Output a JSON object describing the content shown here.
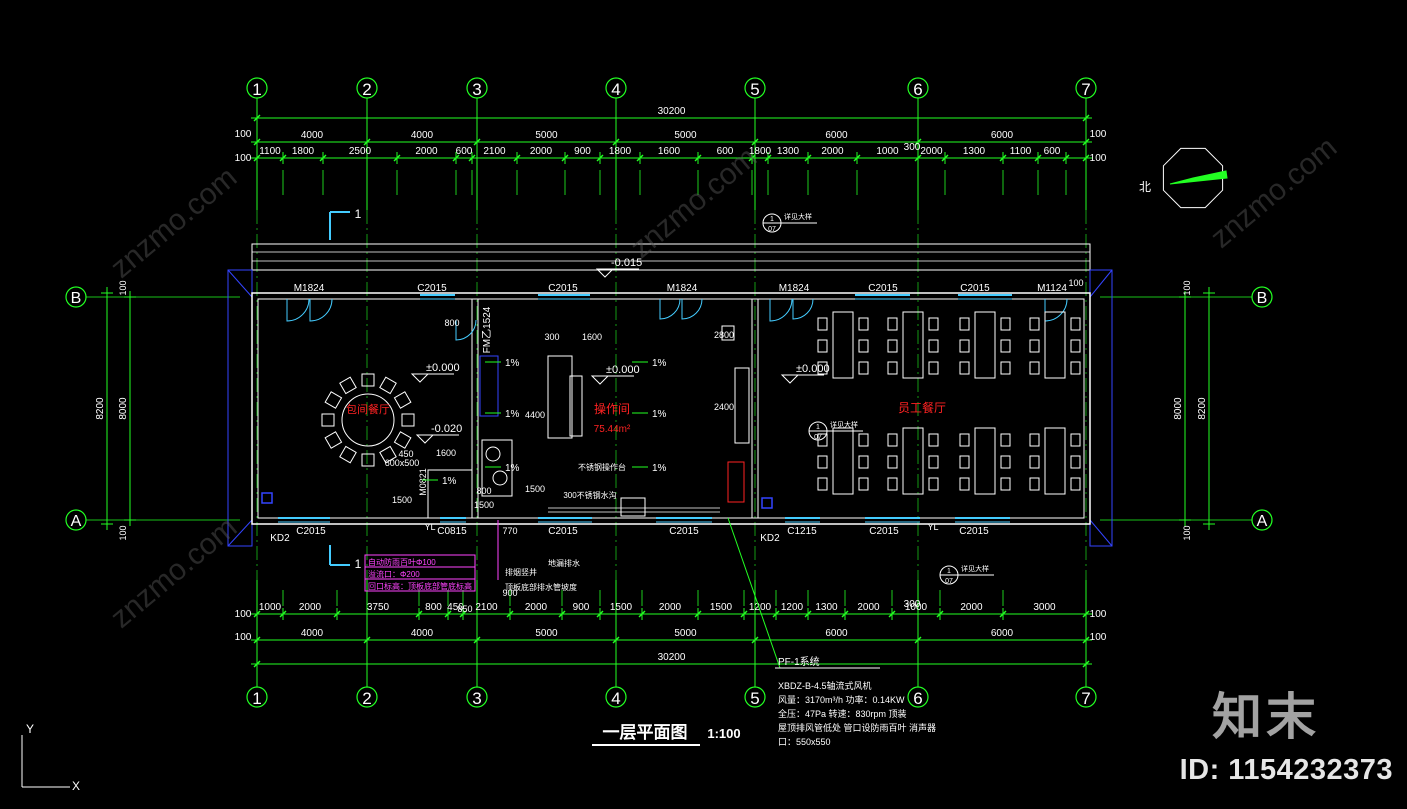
{
  "colors": {
    "background": "#000000",
    "dimension": "#22ff22",
    "wall": "#ffffff",
    "text": "#ffffff",
    "room_label": "#ff2222",
    "window": "#44ccff",
    "note": "#ff44ff",
    "blue": "#3344ff",
    "yellow": "#ffff00"
  },
  "drawing": {
    "title": "一层平面图",
    "scale": "1:100",
    "axis_numbers": [
      "1",
      "2",
      "3",
      "4",
      "5",
      "6",
      "7"
    ],
    "axis_letters": [
      "A",
      "B"
    ],
    "total_width": "30200",
    "bay_dims": [
      "4000",
      "4000",
      "5000",
      "5000",
      "6000",
      "6000"
    ],
    "edge_100": "100",
    "top_detail_dims": [
      "1100",
      "1800",
      "2500",
      "2000",
      "600",
      "2100",
      "2000",
      "900",
      "1800",
      "1600",
      "600",
      "1800",
      "1300",
      "2000",
      "1000",
      "2000",
      "1300",
      "1100",
      "600"
    ],
    "bottom_detail_dims": [
      "1000",
      "2000",
      "3750",
      "800",
      "450",
      "2100",
      "2000",
      "900",
      "1500",
      "2000",
      "1500",
      "1200",
      "1200",
      "1300",
      "2000",
      "1000",
      "2000",
      "3000"
    ],
    "side_dims": [
      "8200",
      "8000"
    ],
    "north_label": "北",
    "dim_300": "300",
    "section_mark": "1",
    "level_marks": [
      "-0.015",
      "±0.000",
      "±0.000",
      "±0.000",
      "-0.020"
    ],
    "rooms": [
      {
        "name": "包间餐厅",
        "area": ""
      },
      {
        "name": "操作间",
        "area": "75.44m²"
      },
      {
        "name": "员工餐厅",
        "area": ""
      }
    ],
    "door_labels": [
      "M1824",
      "M1824",
      "M1824",
      "M1124",
      "FM乙1524",
      "M0821"
    ],
    "window_labels_top": [
      "C2015",
      "C2015",
      "C2015",
      "C2015"
    ],
    "window_labels_bottom": [
      "C2015",
      "C0815",
      "C2015",
      "C2015",
      "C1215",
      "C2015",
      "C2015"
    ],
    "kd_labels": [
      "KD2",
      "KD2"
    ],
    "yl_labels": [
      "YL",
      "YL"
    ],
    "slope_marks": [
      "1%",
      "1%",
      "1%",
      "1%",
      "1%",
      "1%",
      "1%"
    ],
    "interior_dims": [
      "300",
      "1600",
      "2800",
      "4400",
      "2400",
      "1500",
      "1600",
      "600x500",
      "1500",
      "800",
      "800",
      "1500",
      "770",
      "850",
      "900",
      "450",
      "100"
    ],
    "equipment_notes": [
      "不锈钢操作台",
      "300不锈钢水沟",
      "地漏排水"
    ],
    "pink_notes": [
      "自动防雨百叶Φ100",
      "溢流口：Φ200",
      "回口标高：顶板底部管底标高"
    ],
    "bottom_notes": [
      "排烟竖井",
      "顶板底部排水管坡度"
    ],
    "index_note": "详见大样",
    "index_sub": "07",
    "fan_title": "PF-1系统",
    "fan_spec": [
      "XBDZ-B-4.5轴流式风机",
      "风量：3170m³/h  功率：0.14KW",
      "全压：47Pa  转速：830rpm  顶装",
      "屋顶排风管低处  管口设防雨百叶  消声器",
      "口：550x550"
    ],
    "ucs": [
      "Y",
      "X"
    ],
    "watermark_id": "ID: 1154232373",
    "watermark_logo": "知末"
  }
}
